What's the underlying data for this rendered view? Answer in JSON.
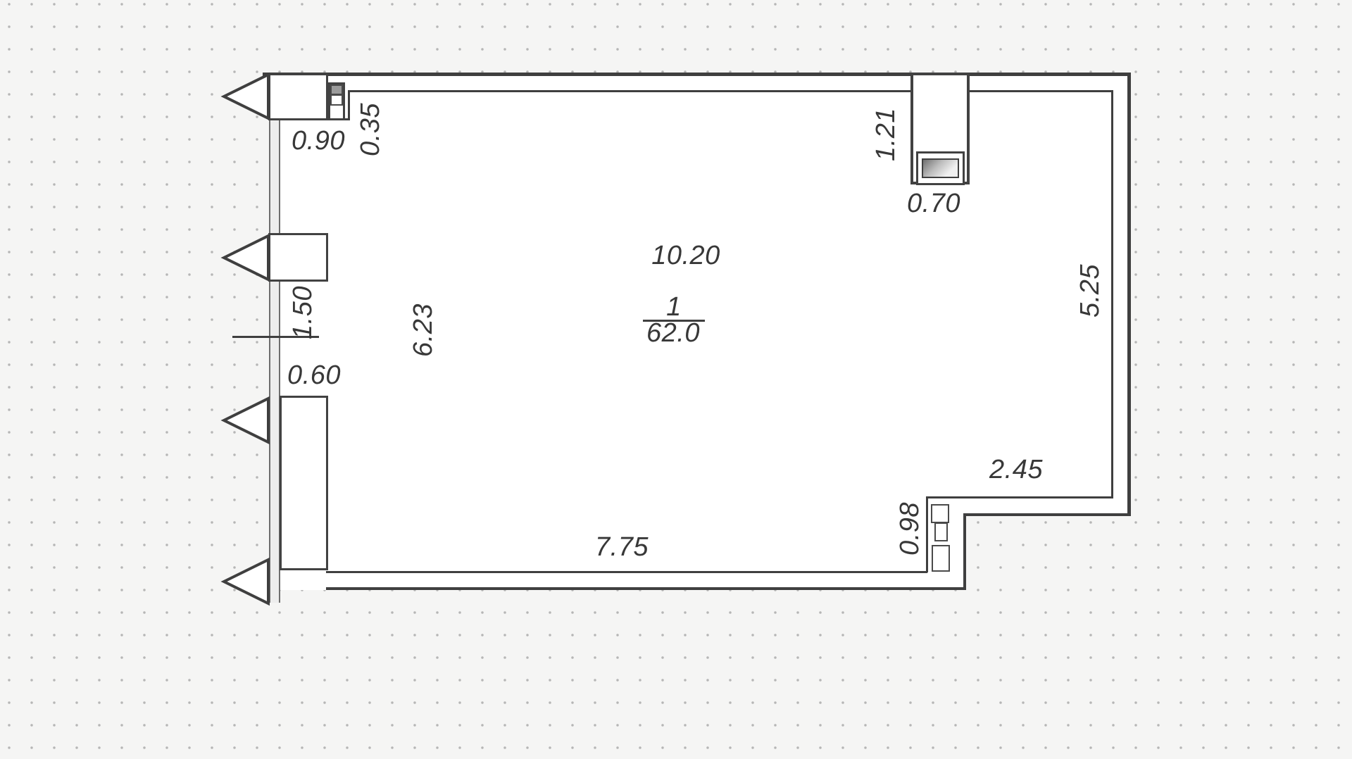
{
  "colors": {
    "line": "#3f3f3f",
    "paper": "#f5f5f4",
    "dot": "#b6b6b6",
    "wall_fill": "#ededed",
    "text": "#383838"
  },
  "floor_plan": {
    "room": {
      "number": "1",
      "area": "62.0"
    },
    "dimensions": {
      "top_opening_width": "0.90",
      "top_vent_width": "0.35",
      "shaft_height": "1.21",
      "shaft_width": "0.70",
      "room_width": "10.20",
      "right_wall_height": "5.25",
      "left_interior_height": "6.23",
      "window_height": "1.50",
      "pier_width": "0.60",
      "notch_width": "2.45",
      "notch_depth": "0.98",
      "bottom_width": "7.75"
    }
  }
}
